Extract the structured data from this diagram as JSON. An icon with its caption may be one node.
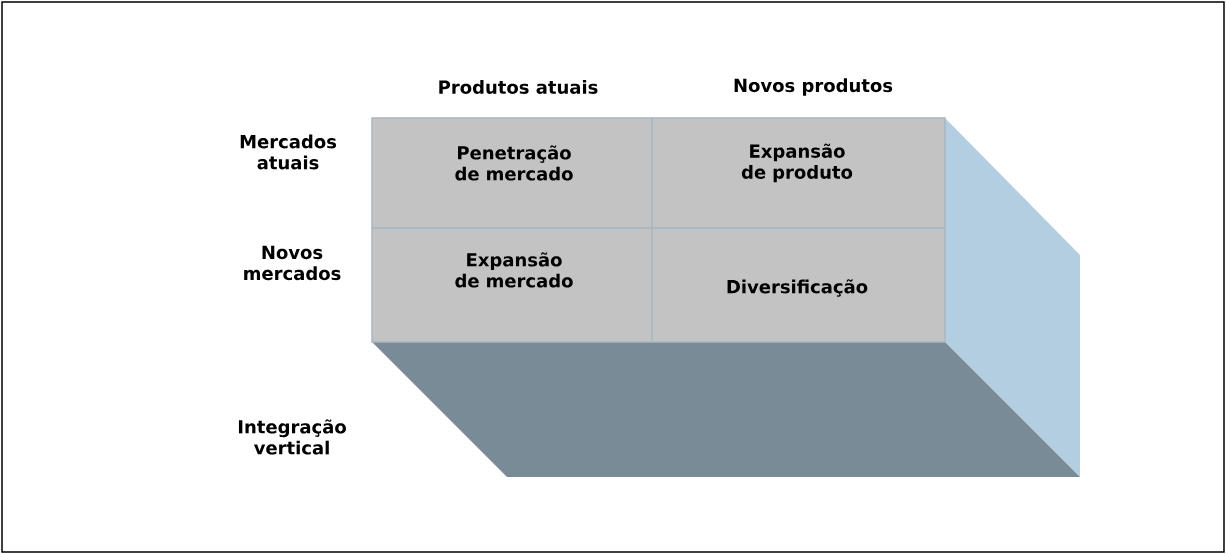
{
  "diagram": {
    "nodes": [
      {
        "text": [
          "Penetração de mercado"
        ]
      },
      {
        "text": [
          "Expansão de produto"
        ]
      },
      {
        "text": [
          "Expansão de mercado"
        ]
      },
      {
        "text": [
          "Diversificação"
        ]
      }
    ],
    "labels": [
      "Produtos atuais",
      "Novos produtos",
      "Mercados atuais",
      "Novos mercados",
      "Integração vertical"
    ]
  }
}
